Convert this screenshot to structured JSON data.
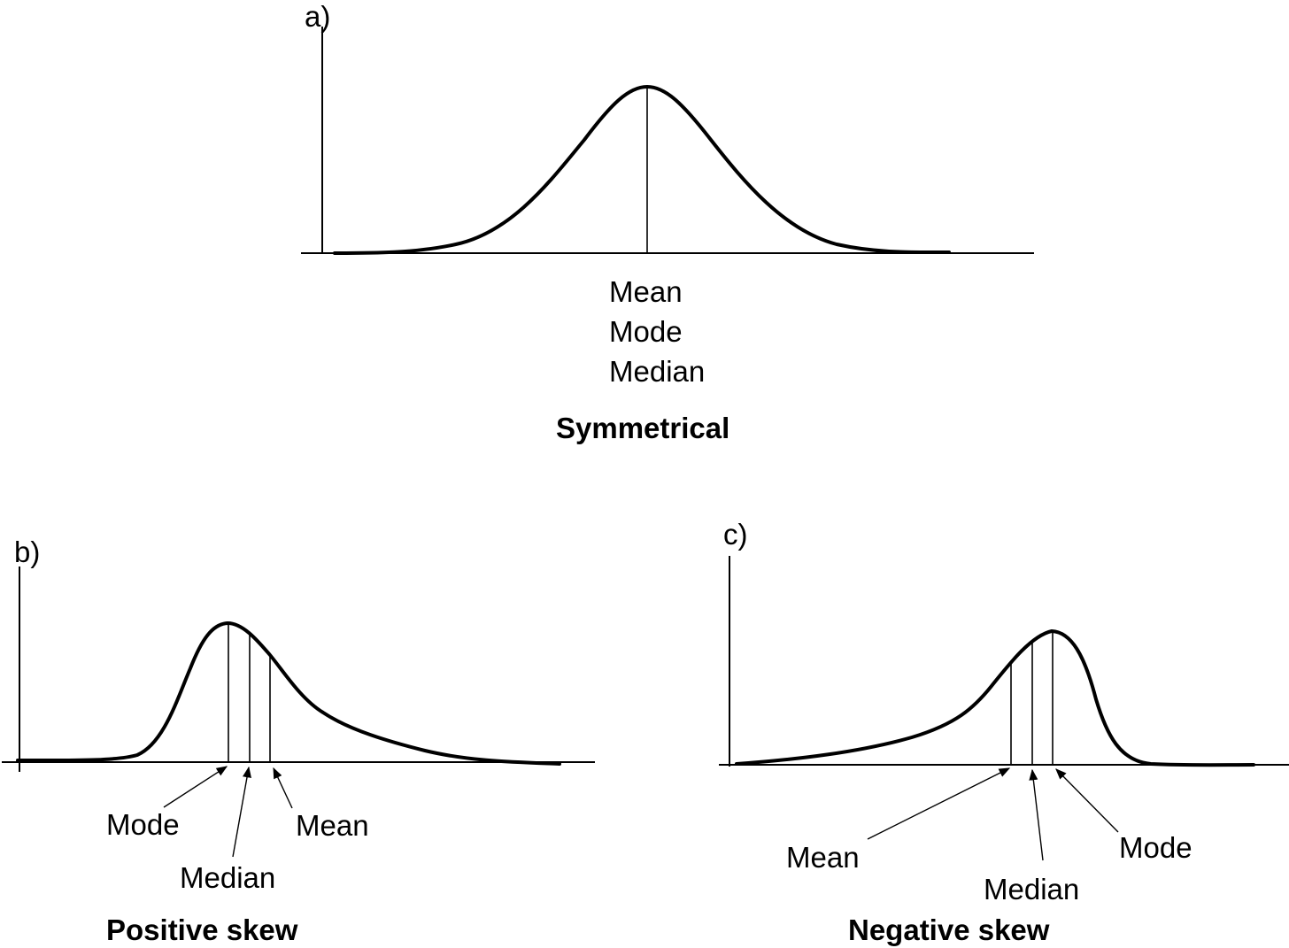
{
  "panels": {
    "a": {
      "letter": "a)",
      "title": "Symmetrical",
      "labels": [
        "Mean",
        "Mode",
        "Median"
      ]
    },
    "b": {
      "letter": "b)",
      "title": "Positive skew",
      "mode_label": "Mode",
      "median_label": "Median",
      "mean_label": "Mean"
    },
    "c": {
      "letter": "c)",
      "title": "Negative skew",
      "mean_label": "Mean",
      "median_label": "Median",
      "mode_label": "Mode"
    }
  }
}
